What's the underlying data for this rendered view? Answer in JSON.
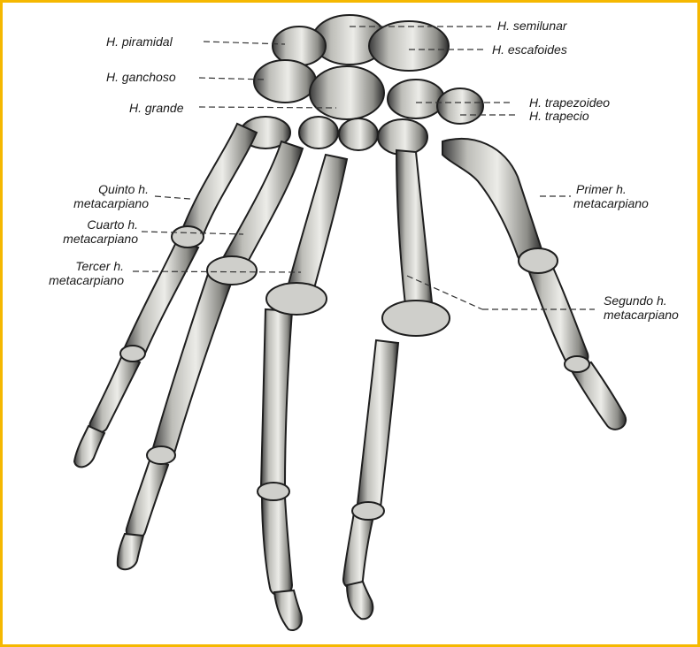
{
  "colors": {
    "frame": "#f5b800",
    "bone_fill": "#d8d8d4",
    "bone_shade": "#2b2b2b",
    "leader": "#333333"
  },
  "labels": {
    "semilunar": "H. semilunar",
    "piramidal": "H. piramidal",
    "escafoides": "H. escafoides",
    "ganchoso": "H. ganchoso",
    "trapezoideo": "H. trapezoideo",
    "grande": "H. grande",
    "trapecio": "H. trapecio",
    "quinto_1": "Quinto h.",
    "quinto_2": "metacarpiano",
    "primer_1": "Primer h.",
    "primer_2": "metacarpiano",
    "cuarto_1": "Cuarto h.",
    "cuarto_2": "metacarpiano",
    "tercer_1": "Tercer h.",
    "tercer_2": "metacarpiano",
    "segundo_1": "Segundo h.",
    "segundo_2": "metacarpiano"
  }
}
